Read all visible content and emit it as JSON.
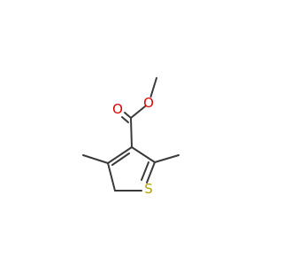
{
  "molecule": {
    "atoms": {
      "carbonyl_oxygen": {
        "symbol": "O",
        "color": "#e00000"
      },
      "ester_oxygen": {
        "symbol": "O",
        "color": "#e00000"
      },
      "sulfur": {
        "symbol": "S",
        "color": "#b8a000"
      }
    },
    "bond_color": "#3a3a3a"
  }
}
